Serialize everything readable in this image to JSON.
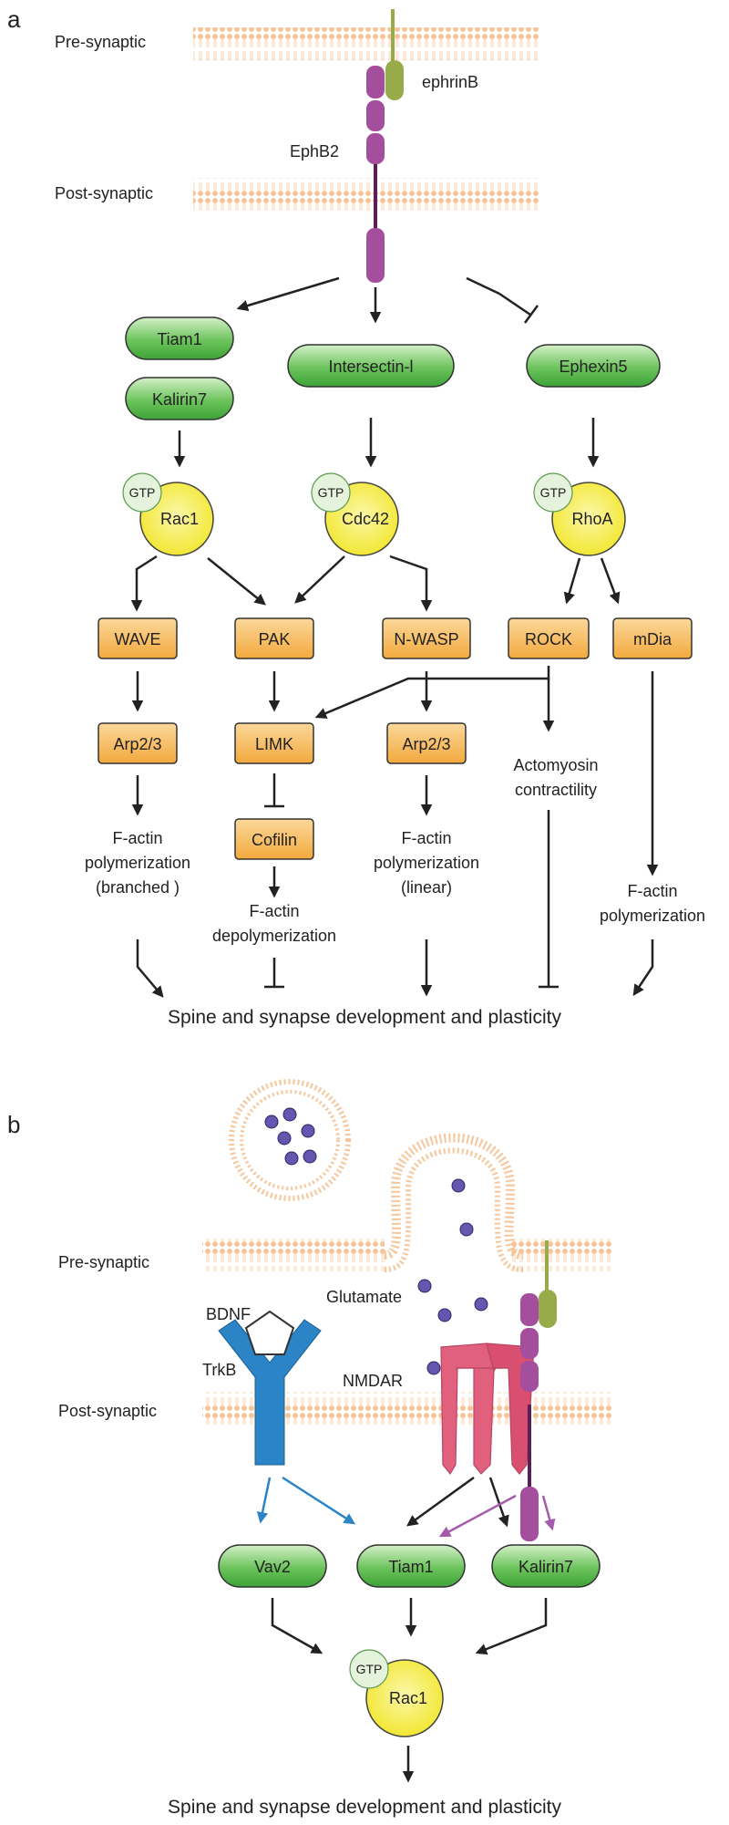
{
  "colors": {
    "pill_fill_start": "#c9ecbc",
    "pill_fill_end": "#4bb543",
    "pill_stroke": "#333333",
    "box_fill": "#f7b84f",
    "circle_fill": "#f5ef47",
    "gtp_fill": "#e5f2dc",
    "ephb2": "#a44f9e",
    "ephrin": "#98ab4b",
    "membrane": "#f6c69a",
    "trkb": "#2b84c6",
    "nmdar": "#e0607d",
    "glutamate": "#6557b0",
    "arrow": "#222222",
    "arrow_blue": "#2b84c6",
    "arrow_purple": "#a55aac"
  },
  "panel_a": {
    "letter": "a",
    "pre_synaptic": "Pre-synaptic",
    "post_synaptic": "Post-synaptic",
    "ephrinB": "ephrinB",
    "ephB2": "EphB2",
    "tiam1": "Tiam1",
    "kalirin7": "Kalirin7",
    "intersectin": "Intersectin-l",
    "ephexin5": "Ephexin5",
    "gtp": "GTP",
    "rac1": "Rac1",
    "cdc42": "Cdc42",
    "rhoA": "RhoA",
    "wave": "WAVE",
    "pak": "PAK",
    "nwasp": "N-WASP",
    "rock": "ROCK",
    "mdia": "mDia",
    "arp23_left": "Arp2/3",
    "limk": "LIMK",
    "arp23_right": "Arp2/3",
    "cofilin": "Cofilin",
    "actomyosin_1": "Actomyosin",
    "actomyosin_2": "contractility",
    "fpoly_branched_1": "F-actin",
    "fpoly_branched_2": "polymerization",
    "fpoly_branched_3": "(branched )",
    "fdepoly_1": "F-actin",
    "fdepoly_2": "depolymerization",
    "fpoly_linear_1": "F-actin",
    "fpoly_linear_2": "polymerization",
    "fpoly_linear_3": "(linear)",
    "fpoly_mdia_1": "F-actin",
    "fpoly_mdia_2": "polymerization",
    "outcome": "Spine and synapse development and plasticity"
  },
  "panel_b": {
    "letter": "b",
    "pre_synaptic": "Pre-synaptic",
    "post_synaptic": "Post-synaptic",
    "bdnf": "BDNF",
    "trkb": "TrkB",
    "glutamate": "Glutamate",
    "nmdar": "NMDAR",
    "vav2": "Vav2",
    "tiam1": "Tiam1",
    "kalirin7": "Kalirin7",
    "gtp": "GTP",
    "rac1": "Rac1",
    "outcome": "Spine and synapse development and plasticity"
  }
}
